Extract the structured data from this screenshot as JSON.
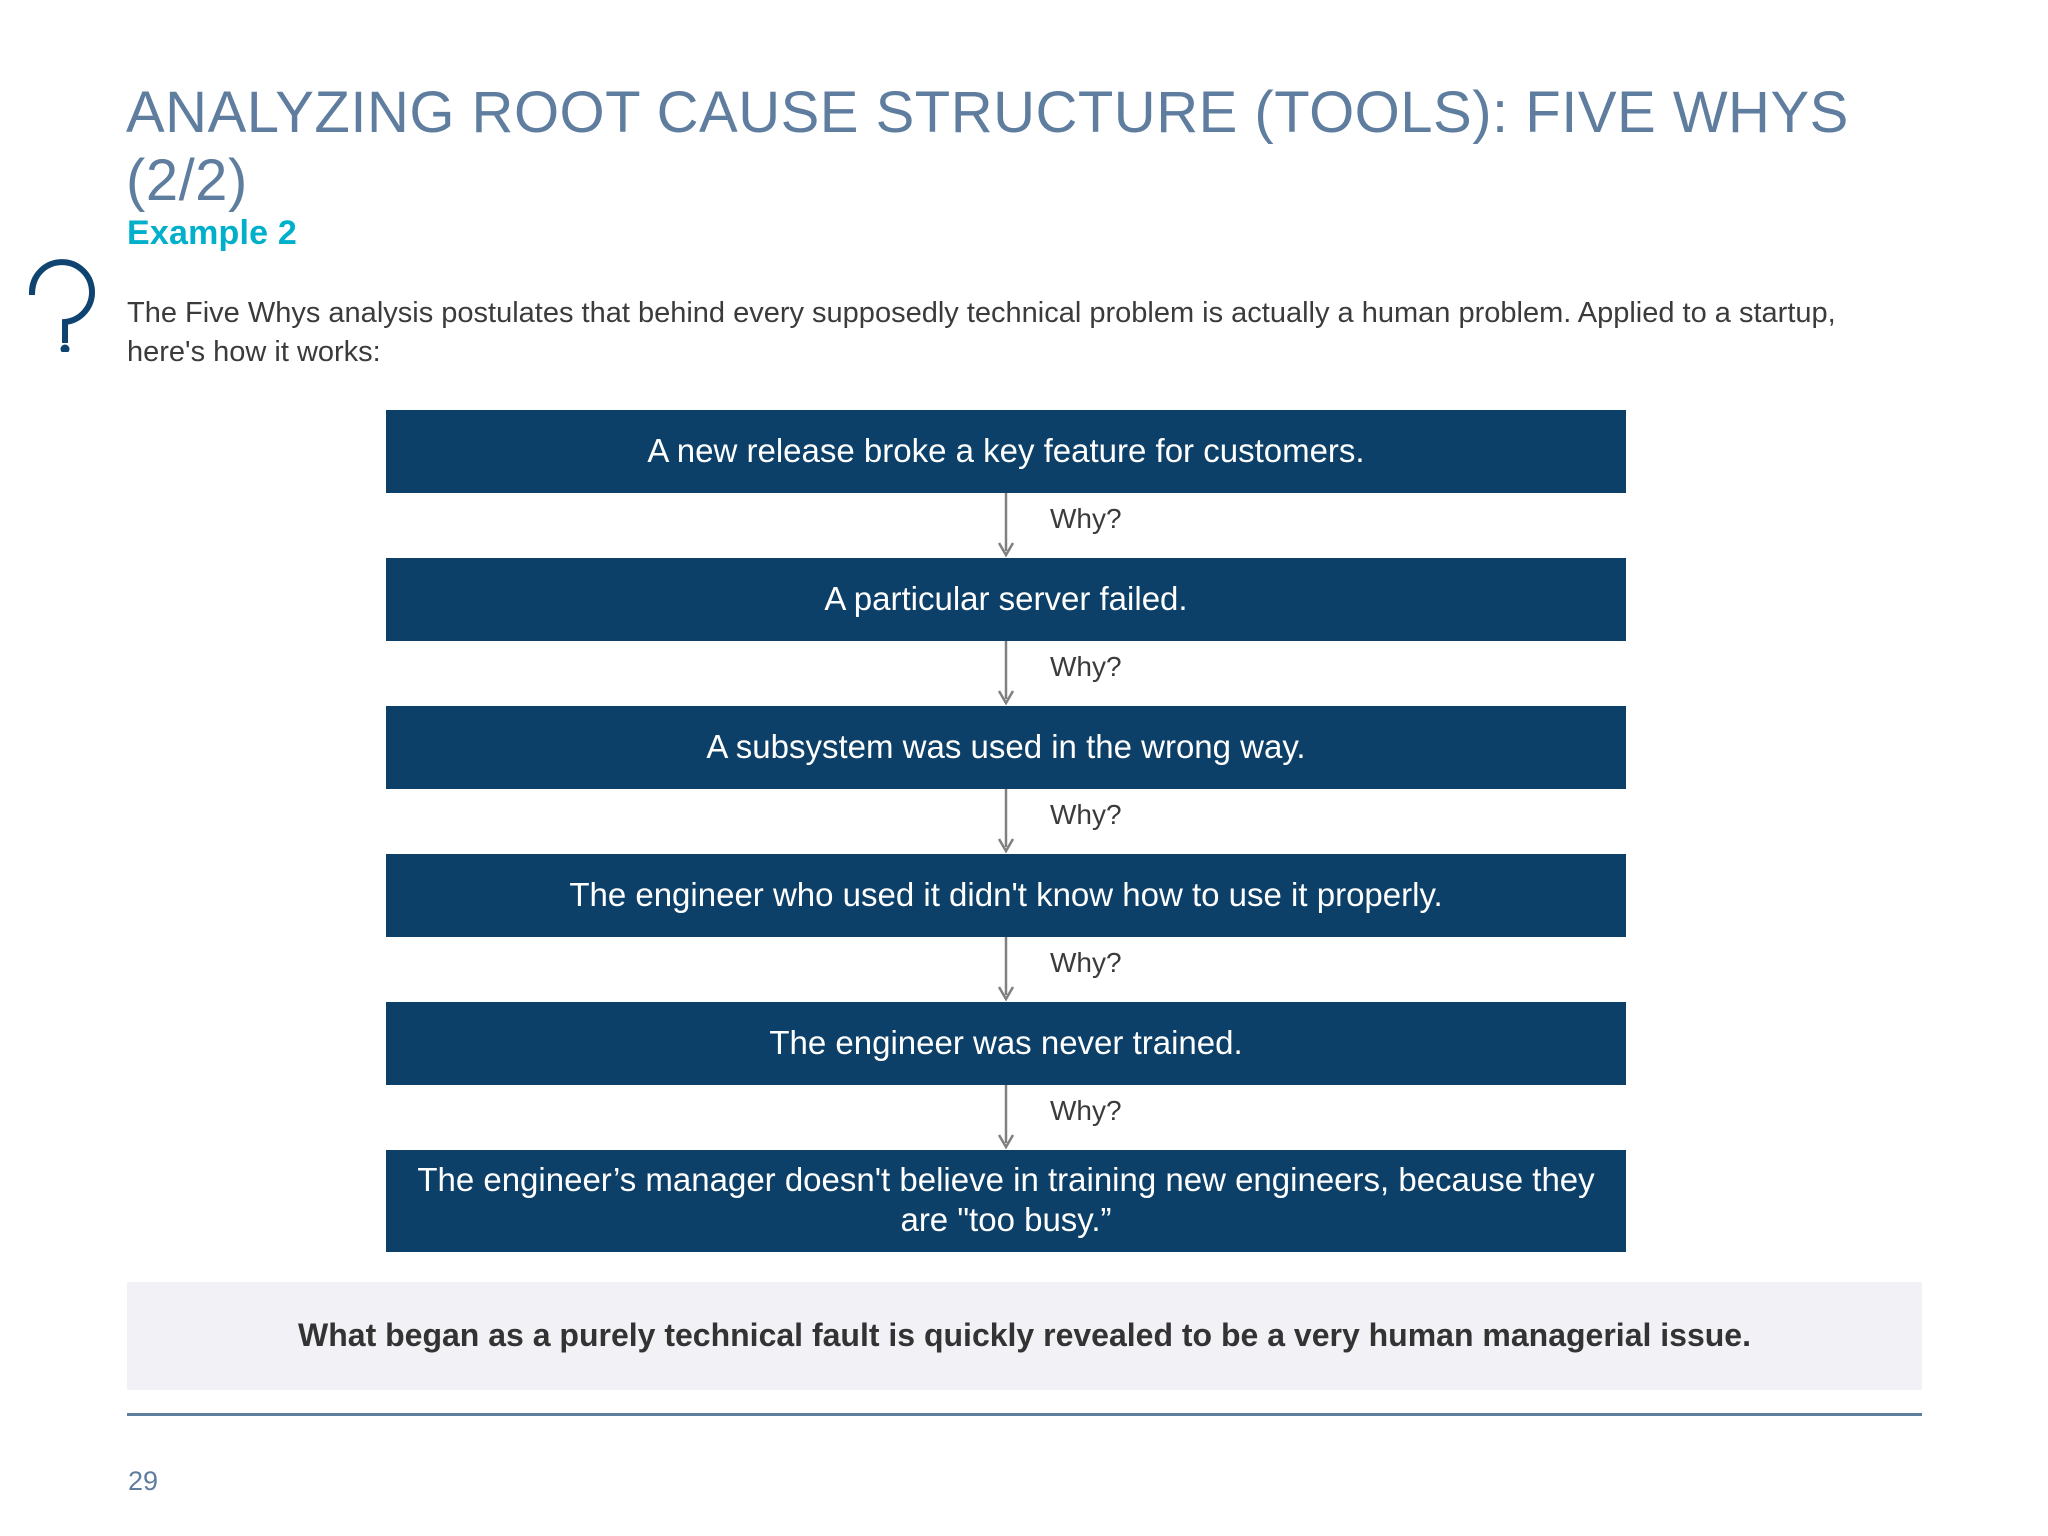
{
  "slide": {
    "title": "ANALYZING ROOT CAUSE STRUCTURE (TOOLS): FIVE WHYS (2/2)",
    "example_label": "Example 2",
    "intro_text": "The Five Whys analysis postulates that behind every supposedly technical problem is actually a human problem. Applied to a startup, here's how it works:",
    "page_number": "29",
    "icon": "question-mark-icon"
  },
  "colors": {
    "title": "#5f7d9e",
    "accent_cyan": "#00b0cb",
    "box_navy": "#0d4068",
    "box_text": "#ffffff",
    "body_text": "#3b3b3b",
    "conclusion_bg": "#f2f1f5",
    "arrow_gray": "#808080",
    "footer_rule": "#5f7d9e",
    "icon_navy": "#0f4470"
  },
  "flow": {
    "connector_label": "Why?",
    "steps": [
      {
        "text": "A new release broke a key feature for customers.",
        "lines": 1
      },
      {
        "text": "A particular server failed.",
        "lines": 1
      },
      {
        "text": "A subsystem was used in the wrong way.",
        "lines": 1
      },
      {
        "text": "The engineer who used it didn't know how to use it properly.",
        "lines": 1
      },
      {
        "text": "The engineer was never trained.",
        "lines": 1
      },
      {
        "text": "The engineer’s manager doesn't believe in training new engineers, because they are \"too busy.”",
        "lines": 2
      }
    ]
  },
  "conclusion": {
    "text": "What began as a purely technical fault is quickly revealed to be a very human managerial issue."
  }
}
